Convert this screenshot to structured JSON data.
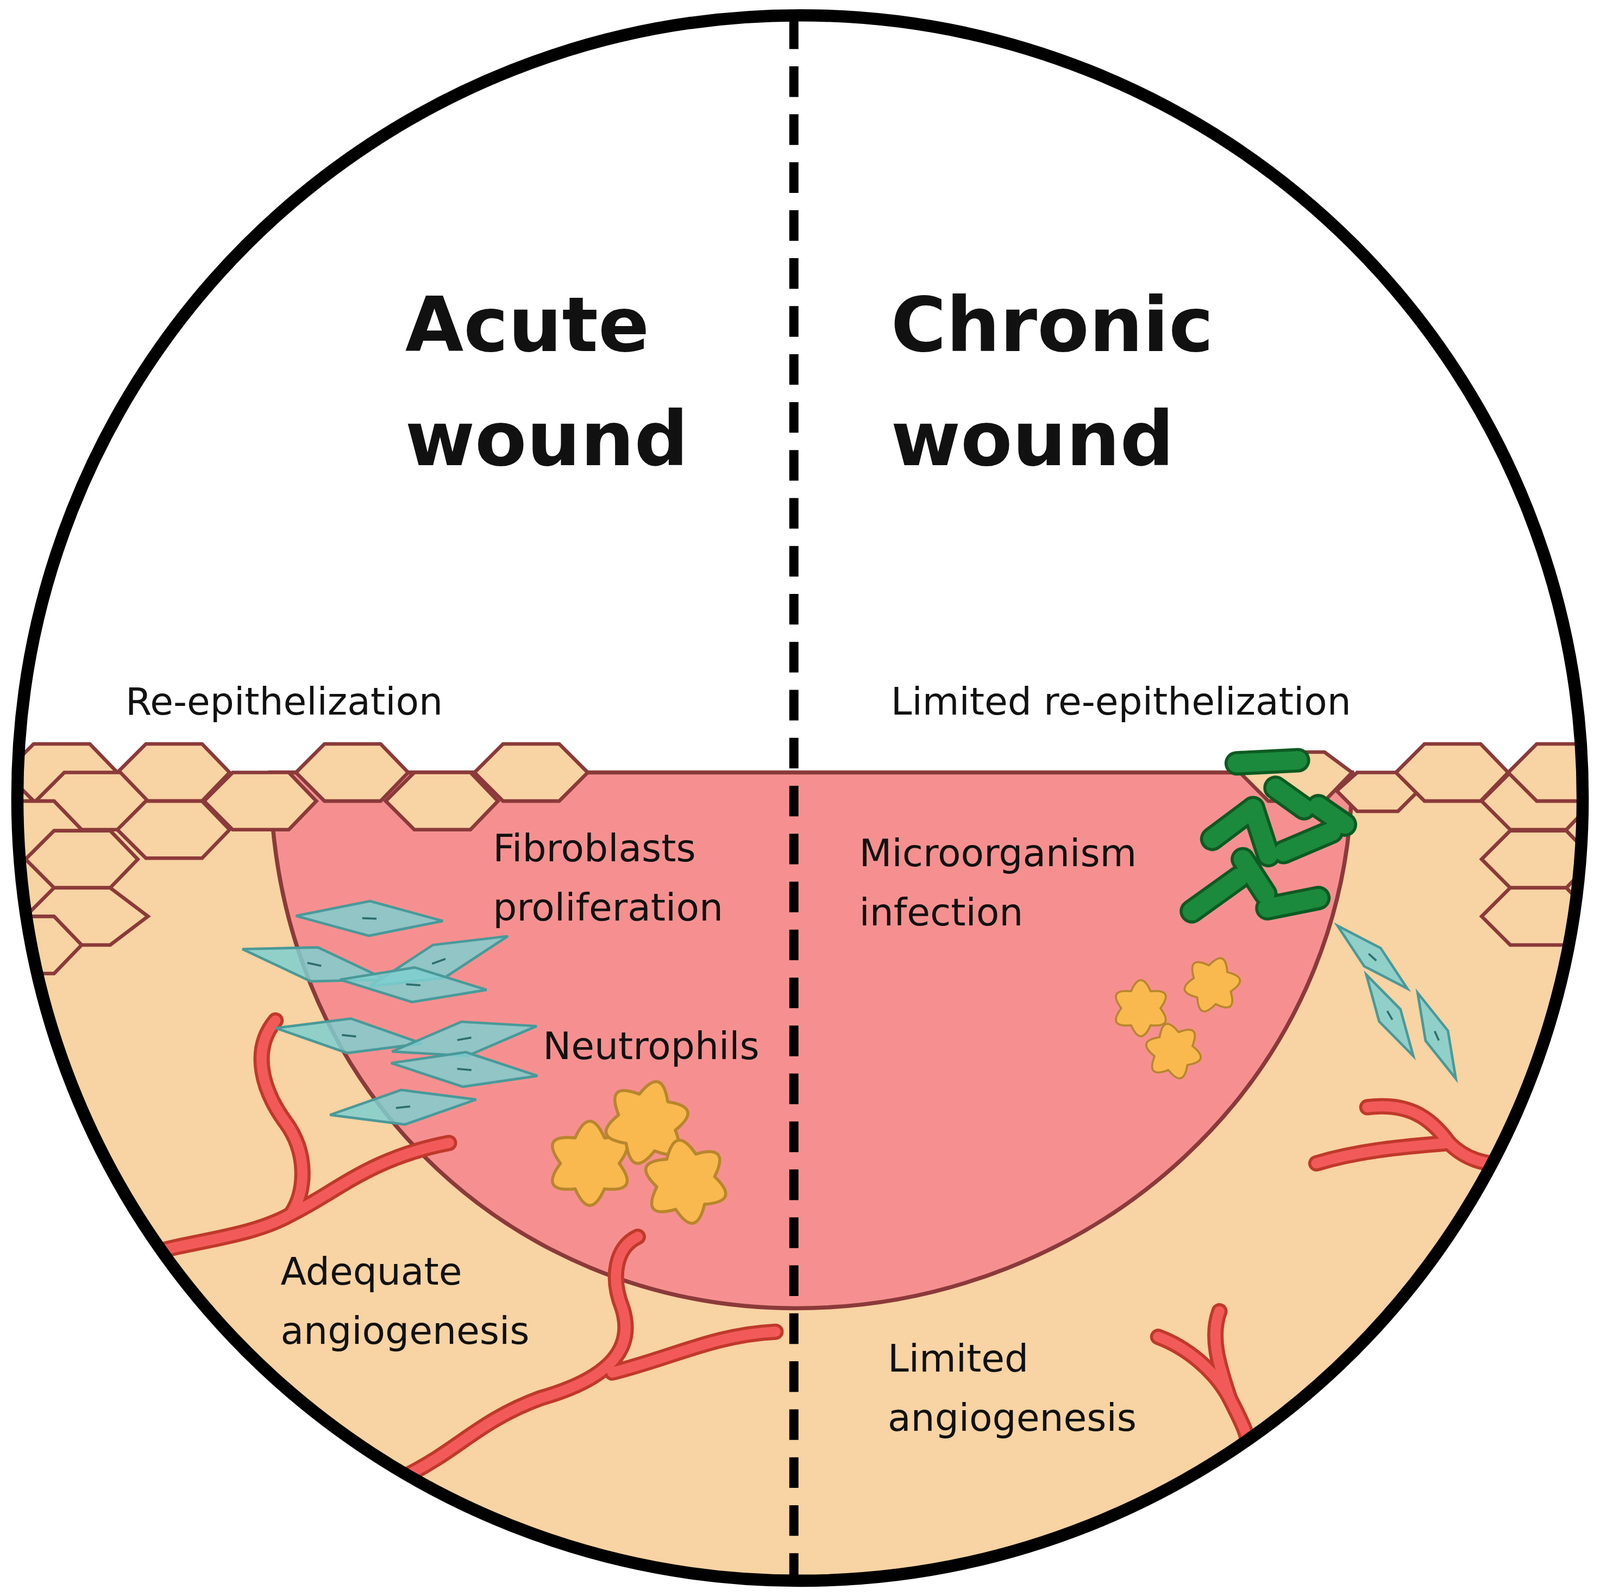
{
  "diagram": {
    "labels": [
      "Acute wound",
      "Chronic wound",
      "Re-epithelization",
      "Limited re-epithelization",
      "Fibroblasts proliferation",
      "Neutrophils",
      "Microorganism infection",
      "Adequate angiogenesis",
      "Limited angiogenesis"
    ]
  }
}
